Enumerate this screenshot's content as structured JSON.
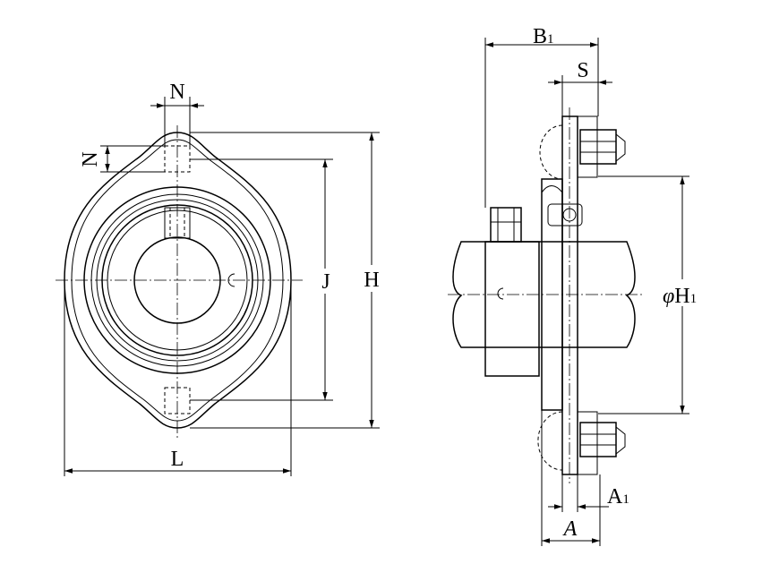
{
  "labels": {
    "n_top": "N",
    "n_left": "N",
    "j": "J",
    "h": "H",
    "l": "L",
    "b1_main": "B",
    "b1_sub": "1",
    "s": "S",
    "h1_prefix": "φ",
    "h1_main": "H",
    "h1_sub": "1",
    "a1_main": "A",
    "a1_sub": "1",
    "a": "A"
  }
}
